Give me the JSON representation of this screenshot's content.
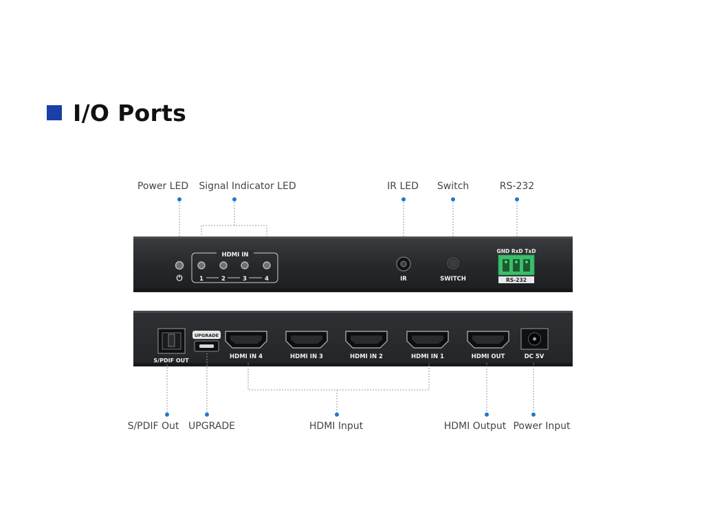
{
  "title": "I/O Ports",
  "colors": {
    "accent": "#1a3fa8",
    "callout_dot": "#1f78d1",
    "terminal_green": "#39c06a",
    "device_body": "#2b2d30"
  },
  "front_panel": {
    "callouts": {
      "power_led": "Power LED",
      "signal_led": "Signal Indicator LED",
      "ir_led": "IR LED",
      "switch": "Switch",
      "rs232": "RS-232"
    },
    "hdmi_in_label": "HDMI IN",
    "led_numbers": [
      "1",
      "2",
      "3",
      "4"
    ],
    "power_symbol": "⏻",
    "ir_label": "IR",
    "switch_label": "SWITCH",
    "terminal_header": "GND RxD TxD",
    "terminal_label": "RS-232"
  },
  "rear_panel": {
    "spdif_label": "S/PDIF OUT",
    "upgrade_label": "UPGRADE",
    "ports": [
      "HDMI IN 4",
      "HDMI IN 3",
      "HDMI IN 2",
      "HDMI IN 1",
      "HDMI OUT"
    ],
    "dc_label": "DC 5V",
    "callouts": {
      "spdif": "S/PDIF Out",
      "upgrade": "UPGRADE",
      "hdmi_input": "HDMI Input",
      "hdmi_output": "HDMI Output",
      "power_input": "Power Input"
    }
  }
}
